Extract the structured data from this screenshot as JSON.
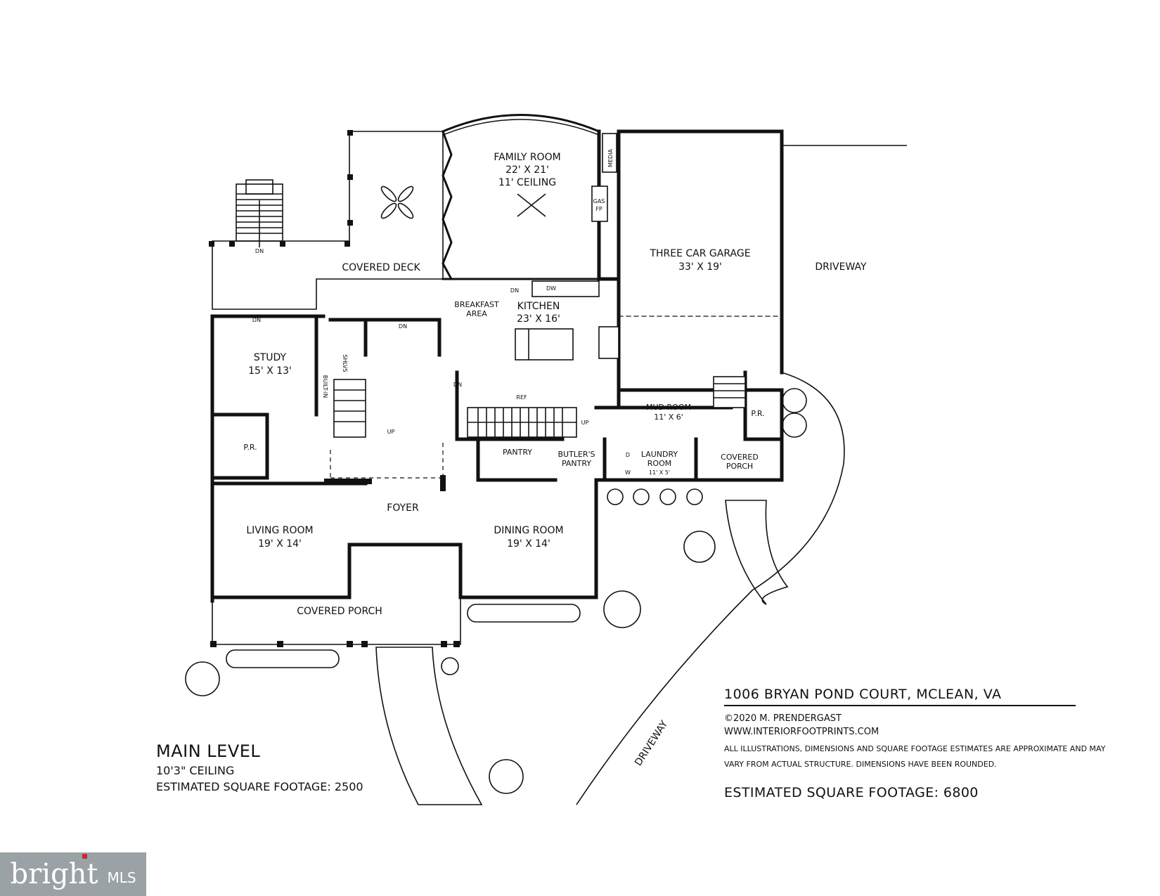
{
  "rooms": {
    "family_room": {
      "name": "FAMILY ROOM",
      "size": "22' X 21'",
      "note": "11' CEILING"
    },
    "three_car_garage": {
      "name": "THREE CAR GARAGE",
      "size": "33' X 19'"
    },
    "driveway_right": "DRIVEWAY",
    "driveway_bottom": "DRIVEWAY",
    "covered_deck": "COVERED DECK",
    "breakfast_area": {
      "line1": "BREAKFAST",
      "line2": "AREA"
    },
    "kitchen": {
      "name": "KITCHEN",
      "size": "23' X 16'"
    },
    "study": {
      "name": "STUDY",
      "size": "15' X 13'"
    },
    "mud_room": {
      "name": "MUD ROOM",
      "size": "11' X 6'"
    },
    "powder_room_left": "P.R.",
    "powder_room_right": "P.R.",
    "pantry": "PANTRY",
    "butlers_pantry": {
      "line1": "BUTLER'S",
      "line2": "PANTRY"
    },
    "laundry_room": {
      "line1": "LAUNDRY",
      "line2": "ROOM",
      "size": "11' X 5'"
    },
    "covered_porch_side": {
      "line1": "COVERED",
      "line2": "PORCH"
    },
    "foyer": "FOYER",
    "living_room": {
      "name": "LIVING ROOM",
      "size": "19' X 14'"
    },
    "dining_room": {
      "name": "DINING ROOM",
      "size": "19' X 14'"
    },
    "covered_porch_front": "COVERED PORCH"
  },
  "fixtures": {
    "media": "MEDIA",
    "gas_fp_1": "GAS",
    "gas_fp_2": "FP",
    "dw": "DW",
    "ref": "REF",
    "shlvs": "SHLVS",
    "built_in": "BUILT-IN",
    "dryer": "D",
    "washer": "W",
    "dn": "DN",
    "up": "UP"
  },
  "legend": {
    "level": "MAIN LEVEL",
    "ceiling": "10'3\" CEILING",
    "sqft": "ESTIMATED SQUARE FOOTAGE: 2500"
  },
  "info": {
    "address": "1006 BRYAN POND COURT, MCLEAN, VA",
    "copyright": "©2020 M. PRENDERGAST",
    "website": "WWW.INTERIORFOOTPRINTS.COM",
    "disclaimer": "ALL ILLUSTRATIONS, DIMENSIONS AND SQUARE FOOTAGE ESTIMATES ARE APPROXIMATE AND MAY VARY FROM ACTUAL STRUCTURE. DIMENSIONS HAVE BEEN ROUNDED.",
    "total_sqft": "ESTIMATED SQUARE FOOTAGE: 6800"
  },
  "logo": {
    "text": "bright",
    "suffix": "MLS"
  }
}
